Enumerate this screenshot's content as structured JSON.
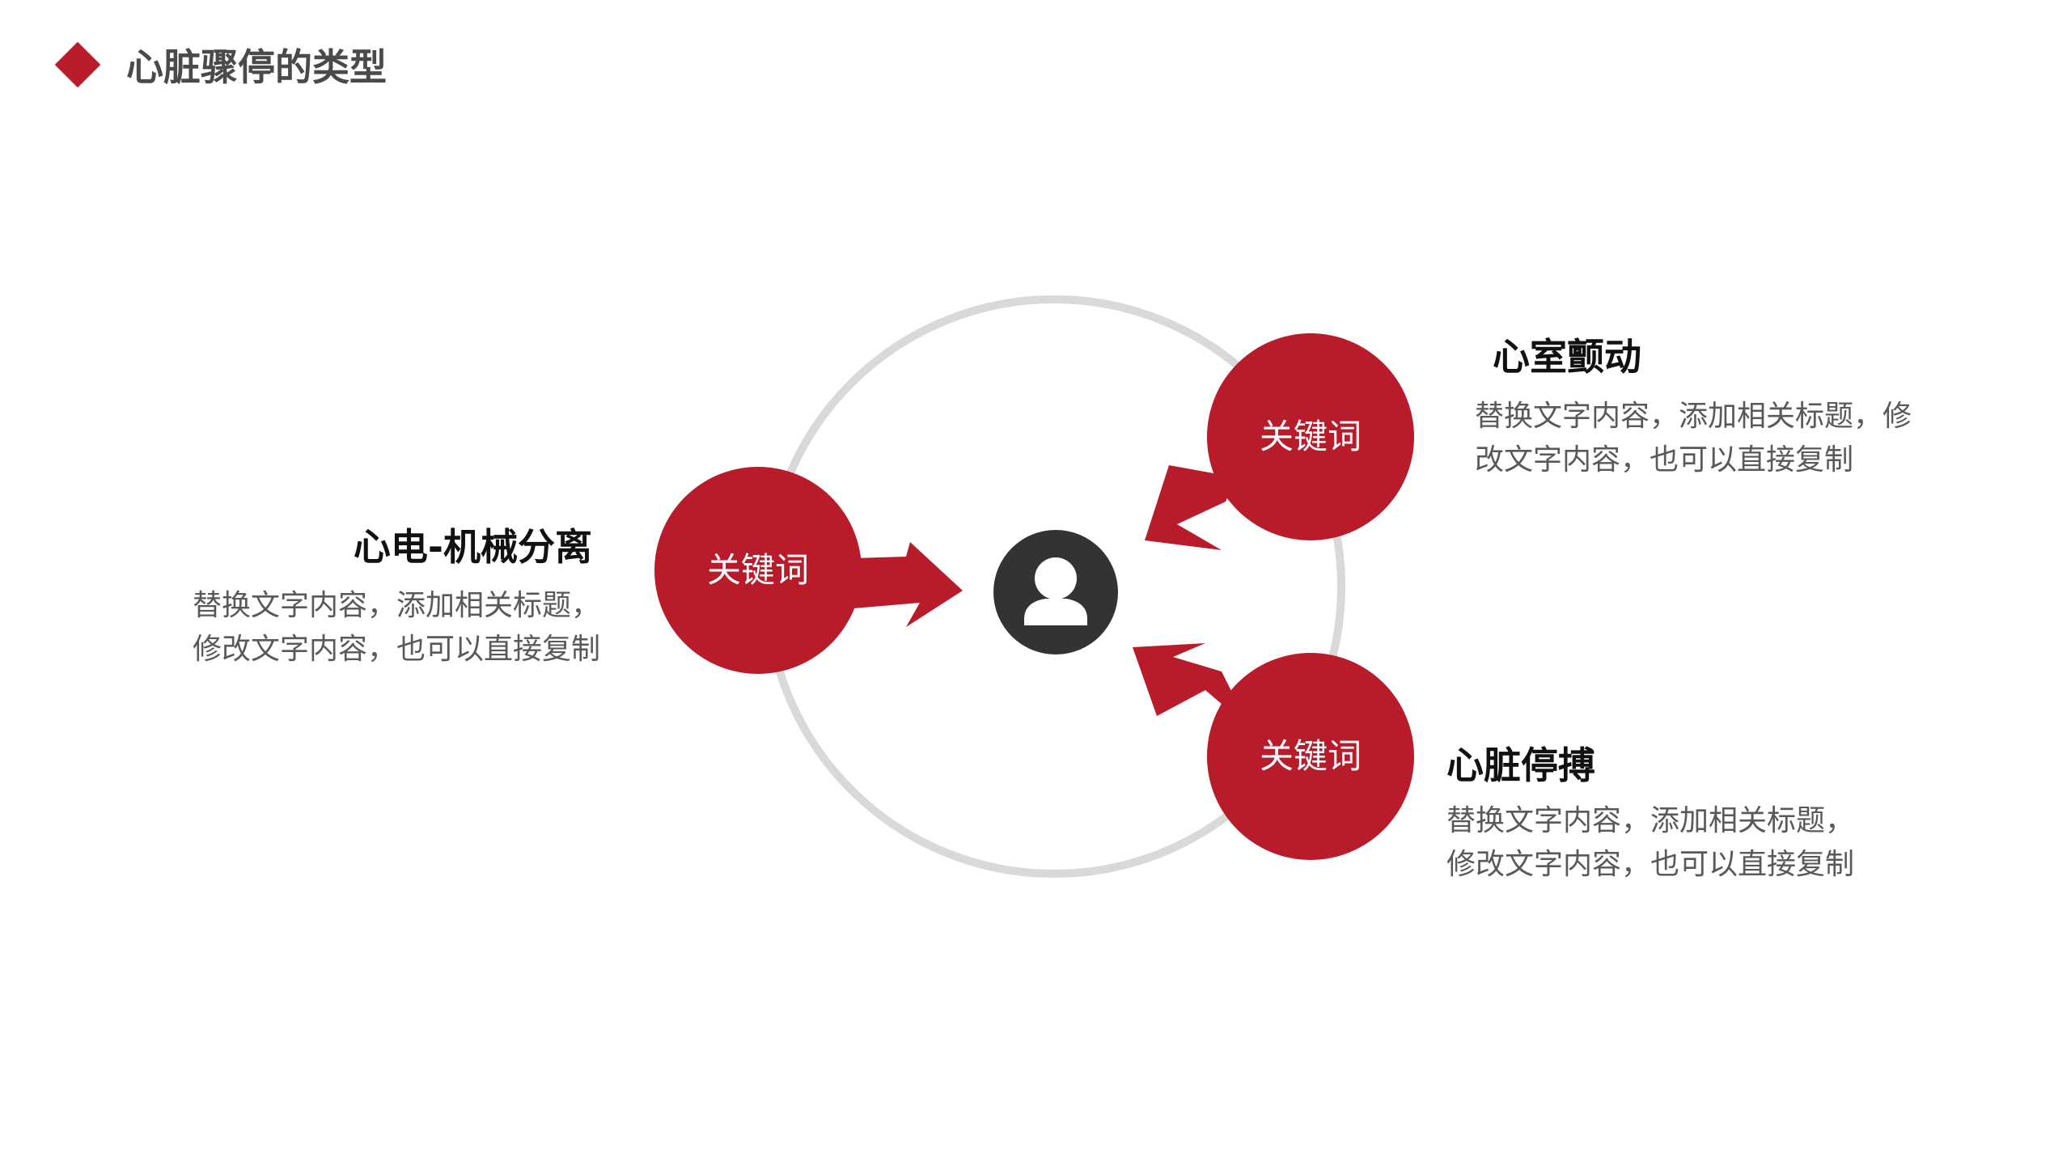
{
  "title": "心脏骤停的类型",
  "colors": {
    "accent": "#b81c2b",
    "ring": "#d9d9d9",
    "center": "#333333",
    "heading": "#111111",
    "body_text": "#595959"
  },
  "center": {
    "icon": "user-icon"
  },
  "nodes": [
    {
      "keyword": "关键词",
      "heading": "心室颤动",
      "description": "替换文字内容，添加相关标题，修改文字内容，也可以直接复制"
    },
    {
      "keyword": "关键词",
      "heading": "心电-机械分离",
      "description": "替换文字内容，添加相关标题，修改文字内容，也可以直接复制"
    },
    {
      "keyword": "关键词",
      "heading": "心脏停搏",
      "description": "替换文字内容，添加相关标题，修改文字内容，也可以直接复制"
    }
  ]
}
